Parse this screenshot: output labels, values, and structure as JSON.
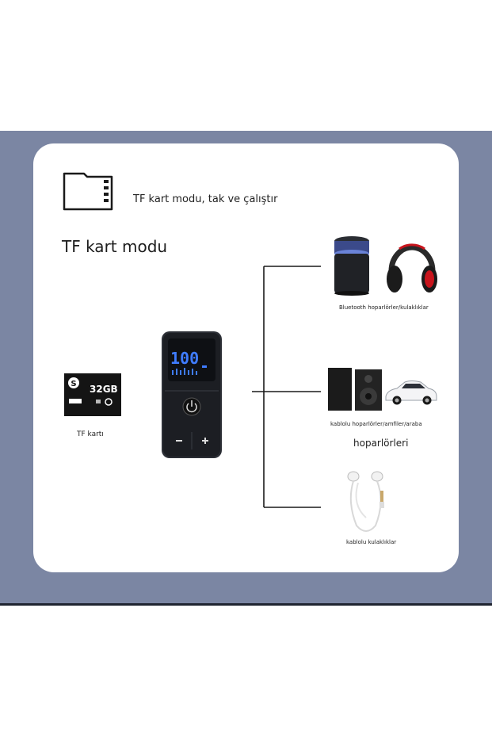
{
  "header": {
    "text": "TF kart modu, tak ve çalıştır"
  },
  "mode_title": "TF kart modu",
  "sdcard": {
    "capacity": "32GB",
    "label": "TF kartı"
  },
  "device": {
    "display_value": "100"
  },
  "outputs": {
    "bluetooth_caption": "Bluetooth hoparlörler/kulaklıklar",
    "wired_caption": "kablolu hoparlörler/amfiler/araba",
    "speakers_caption": "hoparlörleri",
    "earphones_caption": "kablolu kulaklıklar"
  },
  "colors": {
    "band": "#7b86a3",
    "card": "#ffffff",
    "display_blue": "#3f7cff",
    "headphone_red": "#c8141c"
  },
  "icons": [
    "sd-card-icon",
    "sd-card-image",
    "receiver-device-image",
    "bluetooth-speaker-image",
    "headphones-image",
    "bookshelf-speakers-image",
    "car-image",
    "earphones-image"
  ]
}
